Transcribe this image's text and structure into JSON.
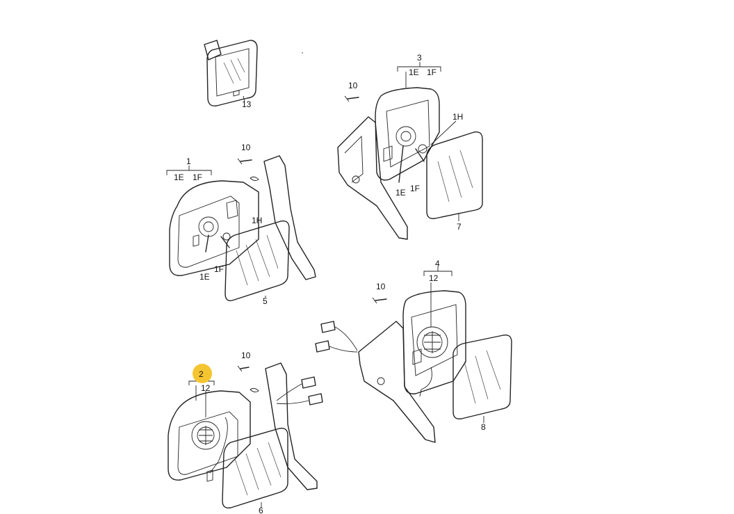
{
  "labels": {
    "p1": "1",
    "p1_1e": "1E",
    "p1_1f": "1F",
    "p1_10": "10",
    "p1_1h": "1H",
    "p1_1e_b": "1E",
    "p1_1f_b": "1F",
    "p5": "5",
    "p3": "3",
    "p3_1e": "1E",
    "p3_1f": "1F",
    "p3_10": "10",
    "p3_1h": "1H",
    "p3_1e_b": "1E",
    "p3_1f_b": "1F",
    "p7": "7",
    "p13": "13",
    "p4": "4",
    "p4_12": "12",
    "p4_10": "10",
    "p8": "8",
    "p2": "2",
    "p2_12": "12",
    "p2_10": "10",
    "p6": "6"
  },
  "highlight": {
    "color": "#f5c531"
  }
}
